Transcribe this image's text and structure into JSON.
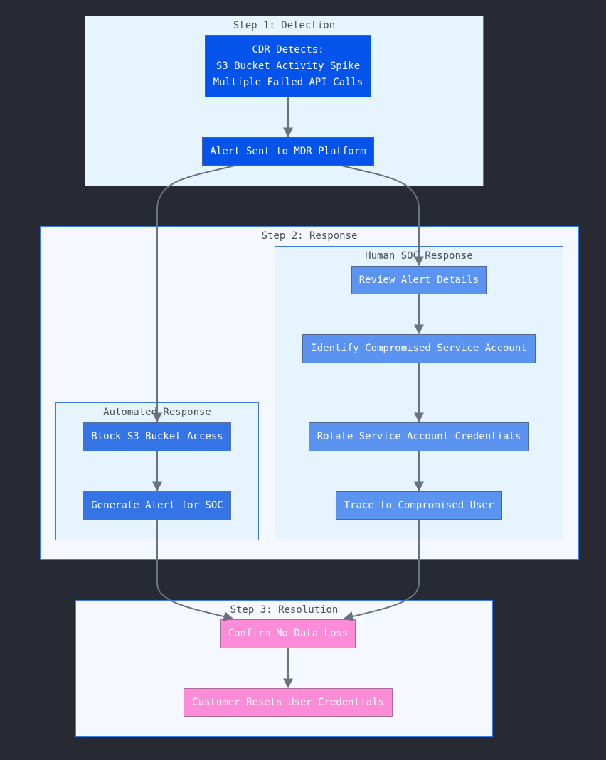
{
  "colors": {
    "background": "#282a33",
    "edge": "#6b7180",
    "cluster_border": "#3b7ae8",
    "cluster_fill_light": "#e6f4fe",
    "cluster_fill_pale": "#f5f8fe",
    "node_detection": "#0454ec",
    "node_automated": "#3474e4",
    "node_human": "#5a93f0",
    "node_resolution": "#fd8cd8"
  },
  "clusters": {
    "step1": "Step 1: Detection",
    "step2": "Step 2: Response",
    "human": "Human SOC Response",
    "automated": "Automated Response",
    "step3": "Step 3: Resolution"
  },
  "nodes": {
    "cdr": "CDR Detects:\nS3 Bucket Activity Spike\nMultiple Failed API Calls",
    "alert_sent": "Alert Sent to MDR Platform",
    "review": "Review Alert Details",
    "identify": "Identify Compromised Service Account",
    "rotate": "Rotate Service Account Credentials",
    "trace": "Trace to Compromised User",
    "block": "Block S3 Bucket Access",
    "generate": "Generate Alert for SOC",
    "confirm": "Confirm No Data Loss",
    "reset": "Customer Resets User Credentials"
  },
  "edges": [
    {
      "from": "cdr",
      "to": "alert_sent"
    },
    {
      "from": "alert_sent",
      "to": "block"
    },
    {
      "from": "alert_sent",
      "to": "review"
    },
    {
      "from": "review",
      "to": "identify"
    },
    {
      "from": "identify",
      "to": "rotate"
    },
    {
      "from": "rotate",
      "to": "trace"
    },
    {
      "from": "block",
      "to": "generate"
    },
    {
      "from": "generate",
      "to": "confirm"
    },
    {
      "from": "trace",
      "to": "confirm"
    },
    {
      "from": "confirm",
      "to": "reset"
    }
  ]
}
